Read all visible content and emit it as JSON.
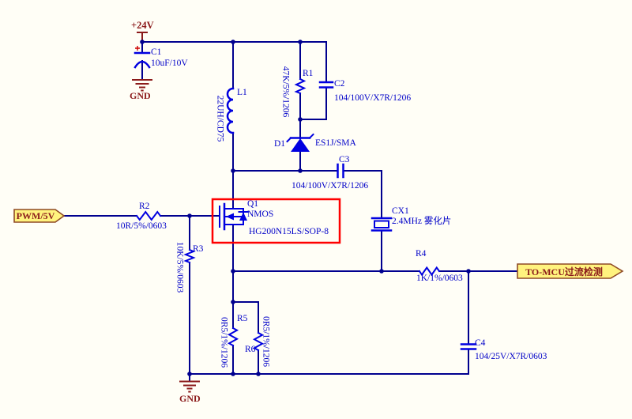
{
  "colors": {
    "bg": "#fffef6",
    "wire": "#00008f",
    "symbol": "#0000e0",
    "text": "#0000c8",
    "power": "#8b1a1a",
    "port_fill": "#fff37e",
    "port_border": "#8f4a25",
    "highlight": "#ff0000"
  },
  "power": {
    "v24": "+24V",
    "gnd_top": "GND",
    "gnd_bottom": "GND"
  },
  "ports": {
    "pwm": "PWM/5V",
    "to_mcu": "TO-MCU过流检测"
  },
  "components": {
    "C1": {
      "ref": "C1",
      "value": "10uF/10V"
    },
    "L1": {
      "ref": "L1",
      "value": "22UH/CD75"
    },
    "R1": {
      "ref": "R1",
      "value": "47K/5%/1206"
    },
    "C2": {
      "ref": "C2",
      "value": "104/100V/X7R/1206"
    },
    "D1": {
      "ref": "D1",
      "value": "ES1J/SMA"
    },
    "C3": {
      "ref": "C3",
      "value": "104/100V/X7R/1206"
    },
    "Q1": {
      "ref": "Q1",
      "subtype": "NMOS",
      "value": "HG200N15LS/SOP-8"
    },
    "R2": {
      "ref": "R2",
      "value": "10R/5%/0603"
    },
    "R3": {
      "ref": "R3",
      "value": "10K/5%/0603"
    },
    "CX1": {
      "ref": "CX1",
      "value": "2.4MHz 雾化片"
    },
    "R4": {
      "ref": "R4",
      "value": "1K/1%/0603"
    },
    "R5": {
      "ref": "R5",
      "value": "0R5/1%/1206"
    },
    "R6": {
      "ref": "R6",
      "value": "0R5/1%/1206"
    },
    "C4": {
      "ref": "C4",
      "value": "104/25V/X7R/0603"
    }
  }
}
